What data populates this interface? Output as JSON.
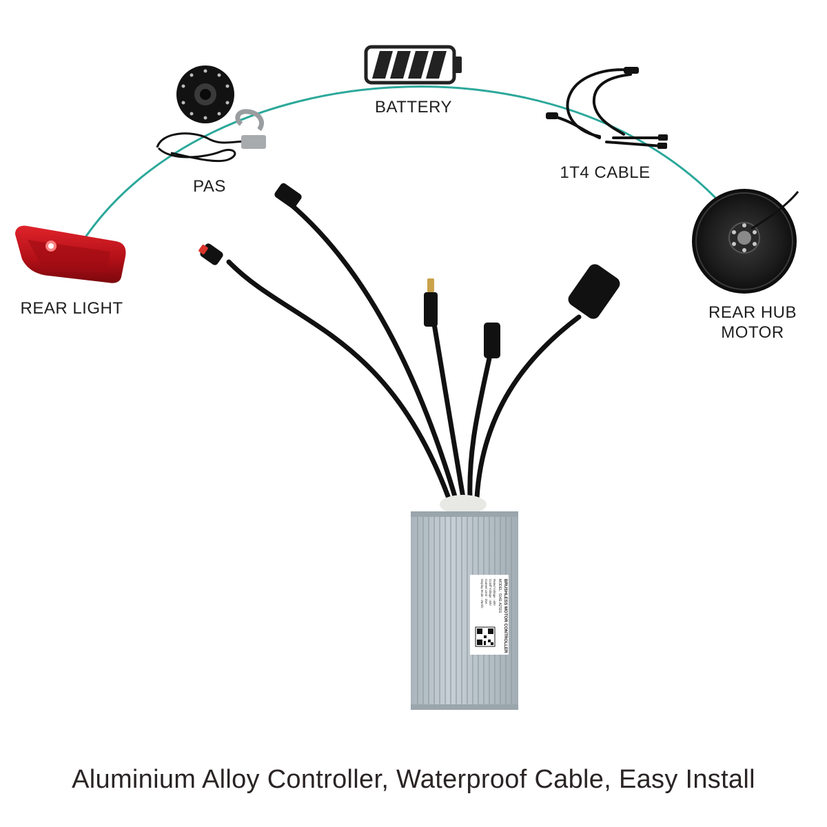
{
  "labels": {
    "battery": "BATTERY",
    "pas": "PAS",
    "cable": "1T4 CABLE",
    "rear_light": "REAR LIGHT",
    "rear_hub_motor_line1": "REAR HUB",
    "rear_hub_motor_line2": "MOTOR"
  },
  "controller_label": {
    "title": "BRUSHLESS MOTOR CONTROLLER",
    "model": "MODEL: S04E-A2S01",
    "rated_voltage": "Rated Voltage : 48V",
    "cutoff_voltage": "Cutoff Voltage : 40V",
    "current_limit": "Current Limit : 25A",
    "display_mode": "Display Mode : 25A/D"
  },
  "caption": "Aluminium Alloy Controller, Waterproof Cable, Easy Install",
  "colors": {
    "arc": "#2ba89a",
    "housing": "#b9c4cb",
    "cable": "#111111",
    "light_red": "#c8141b"
  }
}
